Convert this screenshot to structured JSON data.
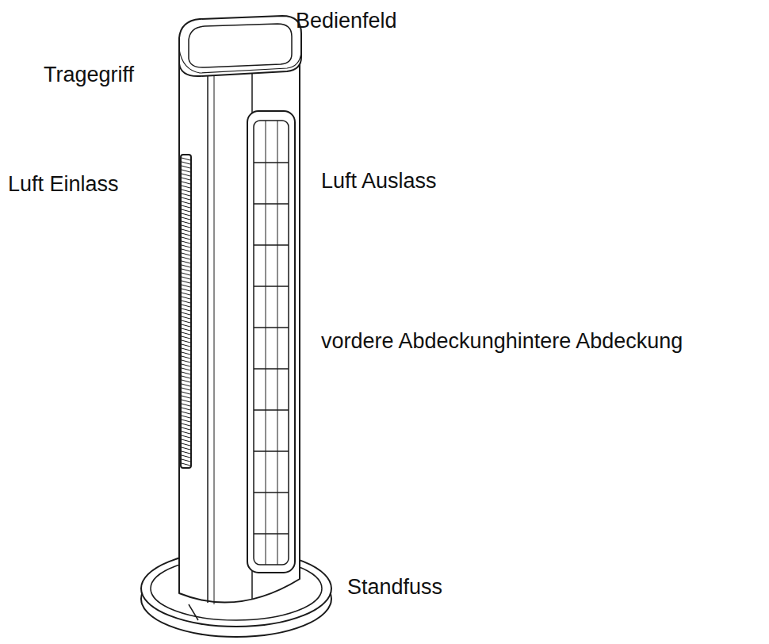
{
  "diagram": {
    "labels": [
      "Bedienfeld",
      "Tragegriff",
      "Luft Einlass",
      "Luft Auslass",
      "vordere Abdeckunghintere Abdeckung",
      "Standfuss"
    ]
  }
}
